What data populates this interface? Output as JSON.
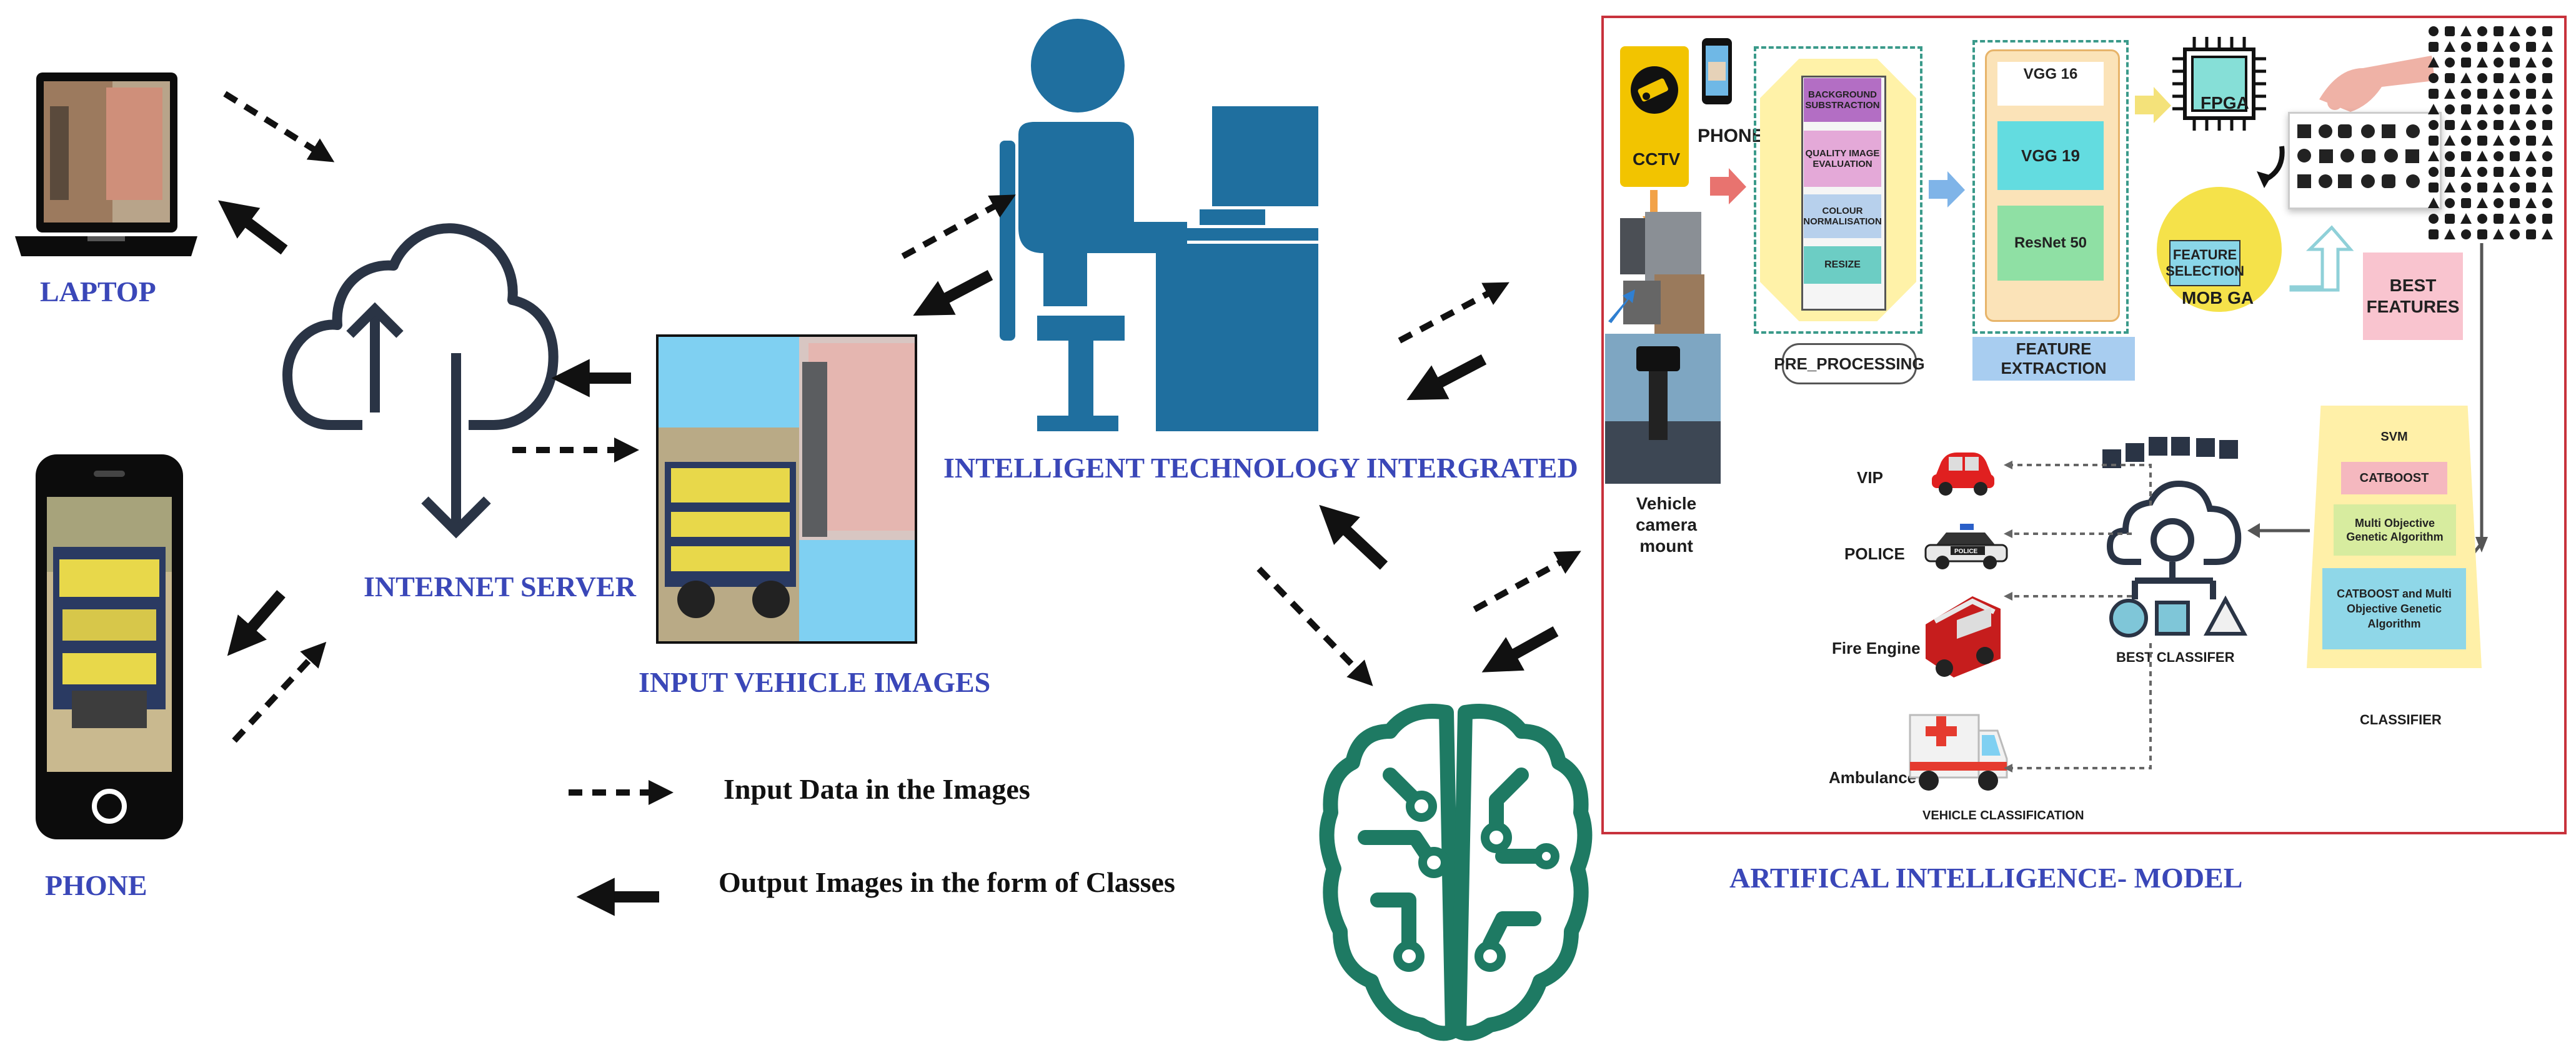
{
  "labels": {
    "laptop": "LAPTOP",
    "phone": "PHONE",
    "internet_server": "INTERNET SERVER",
    "input_vehicle_images": "INPUT VEHICLE IMAGES",
    "intelligent_technology": "INTELLIGENT TECHNOLOGY  INTERGRATED",
    "ai_model": "ARTIFICAL INTELLIGENCE- MODEL"
  },
  "legend": {
    "input": "Input Data in the Images",
    "output": "Output Images in the form of Classes"
  },
  "model": {
    "cctv": "CCTV",
    "phone": "PHONE",
    "camera_mount": "Vehicle camera mount",
    "preprocessing": {
      "steps": [
        "BACKGROUND SUBSTRACTION",
        "QUALITY IMAGE EVALUATION",
        "COLOUR NORMALISATION",
        "RESIZE"
      ],
      "title": "PRE_PROCESSING"
    },
    "feature_extraction": {
      "nets": [
        "VGG 16",
        "VGG 19",
        "ResNet 50"
      ],
      "title": "FEATURE EXTRACTION"
    },
    "fpga": "FPGA",
    "feature_selection": "FEATURE SELECTION",
    "mob_ga": "MOB GA",
    "best_features": "BEST FEATURES",
    "classifier": {
      "items": [
        "SVM",
        "CATBOOST",
        "Multi Objective Genetic Algorithm",
        "CATBOOST and Multi Objective Genetic Algorithm"
      ],
      "title": "CLASSIFIER"
    },
    "best_classifier": "BEST CLASSIFER",
    "vehicle_classes": [
      "VIP",
      "POLICE",
      "Fire Engine",
      "Ambulance"
    ],
    "vehicle_classification": "VEHICLE CLASSIFICATION",
    "police_badge": "POLICE"
  },
  "colors": {
    "label_blue": "#3a47b8",
    "person_blue": "#1f6f9f",
    "brain_green": "#1e7a63",
    "frame_red": "#c8323c",
    "sky_blue": "#7fd0f2"
  }
}
